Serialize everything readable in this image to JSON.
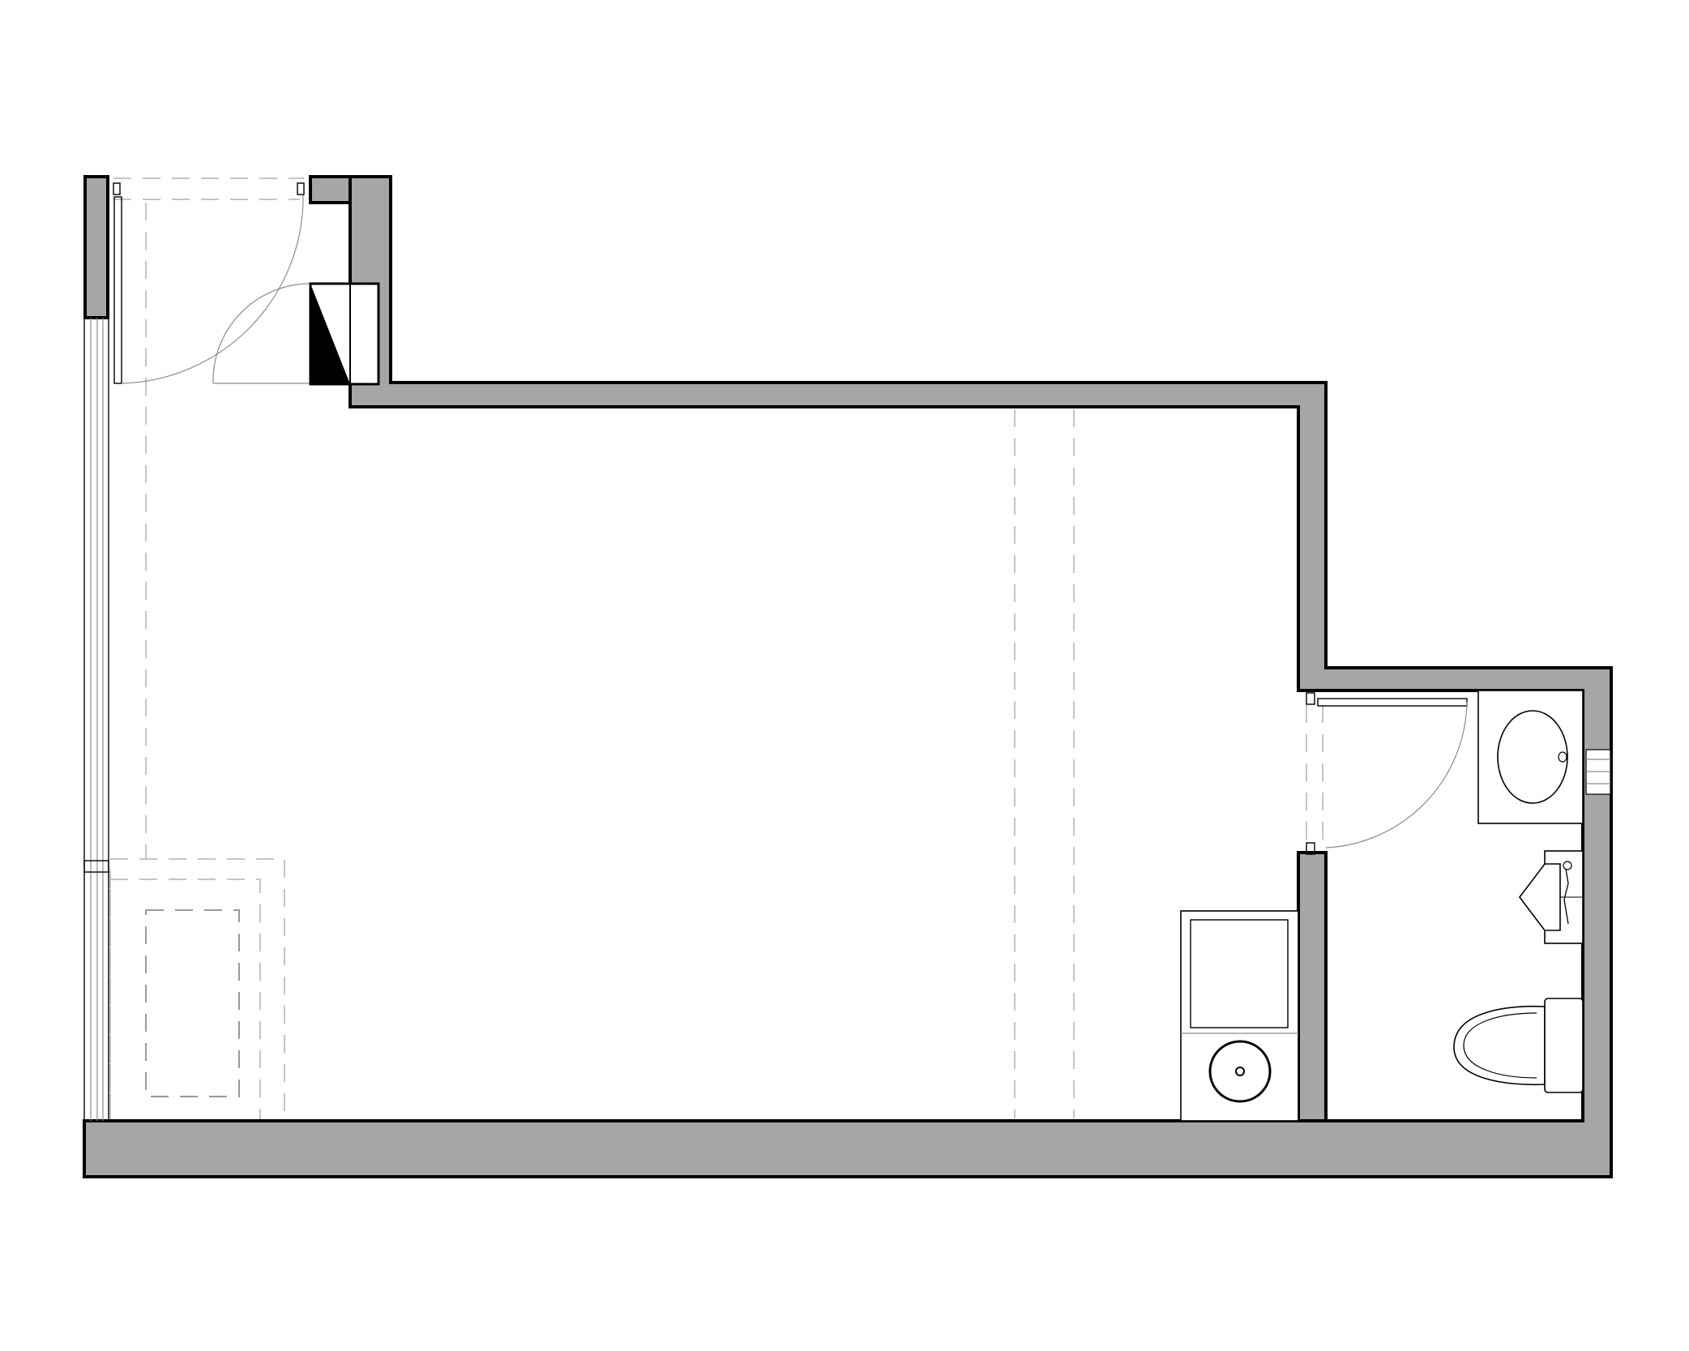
{
  "drawing": {
    "kind": "floor plan",
    "colors": {
      "wall_fill": "#a6a6a6",
      "wall_stroke": "#000000",
      "background": "#ffffff",
      "hidden_line": "#c4c4c4",
      "panel_solid": "#000000"
    }
  },
  "rooms": [
    "main room",
    "entry",
    "bathroom"
  ],
  "fixtures": [
    {
      "name": "electrical-panel-icon"
    },
    {
      "name": "washbasin-icon"
    },
    {
      "name": "bidet-icon"
    },
    {
      "name": "toilet-icon"
    },
    {
      "name": "washing-machine-icon"
    }
  ],
  "openings": [
    {
      "name": "entry-door-swing-icon"
    },
    {
      "name": "bathroom-door-swing-icon"
    },
    {
      "name": "sliding-window-icon"
    },
    {
      "name": "bathroom-vent-window-icon"
    }
  ]
}
